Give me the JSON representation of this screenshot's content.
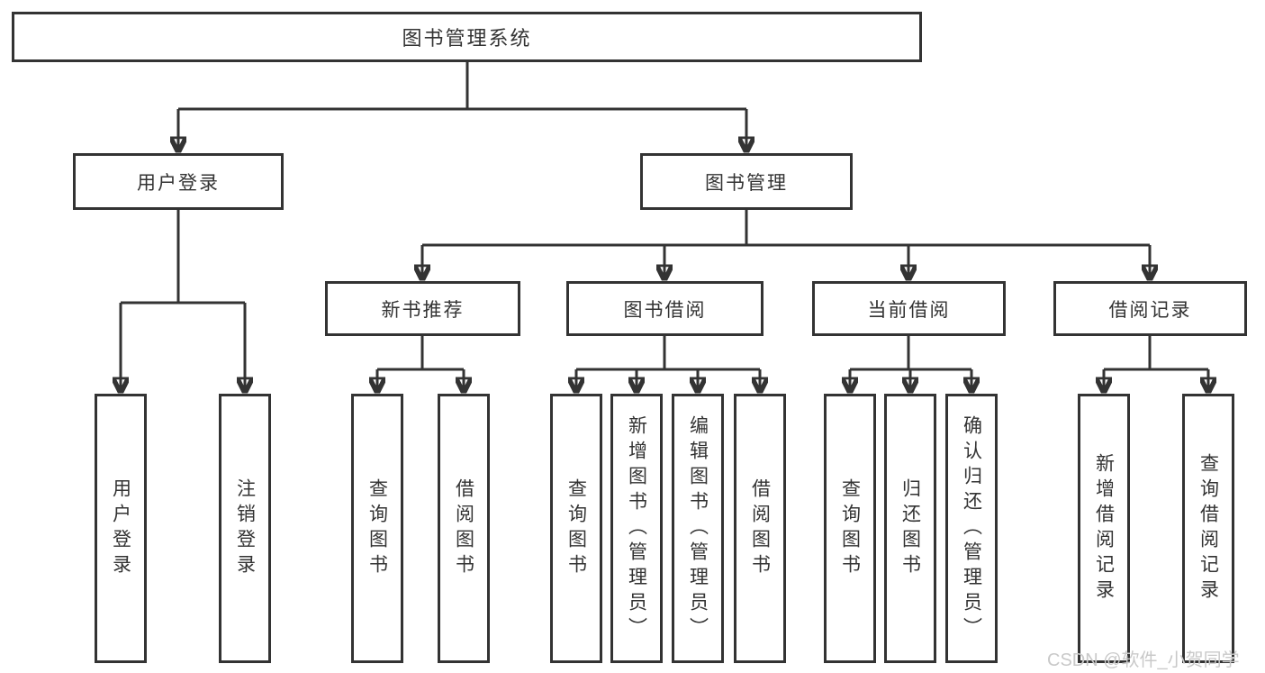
{
  "tree": {
    "label": "图书管理系统",
    "children": [
      {
        "label": "用户登录",
        "children": [
          {
            "label": "用户登录"
          },
          {
            "label": "注销登录"
          }
        ]
      },
      {
        "label": "图书管理",
        "children": [
          {
            "label": "新书推荐",
            "children": [
              {
                "label": "查询图书"
              },
              {
                "label": "借阅图书"
              }
            ]
          },
          {
            "label": "图书借阅",
            "children": [
              {
                "label": "查询图书"
              },
              {
                "label": "新增图书（管理员）"
              },
              {
                "label": "编辑图书（管理员）"
              },
              {
                "label": "借阅图书"
              }
            ]
          },
          {
            "label": "当前借阅",
            "children": [
              {
                "label": "查询图书"
              },
              {
                "label": "归还图书"
              },
              {
                "label": "确认归还（管理员）"
              }
            ]
          },
          {
            "label": "借阅记录",
            "children": [
              {
                "label": "新增借阅记录"
              },
              {
                "label": "查询借阅记录"
              }
            ]
          }
        ]
      }
    ]
  },
  "watermark": "CSDN @软件_小贺同学",
  "colors": {
    "line": "#333333",
    "text": "#333333",
    "watermark": "#c9c9c9",
    "background": "#ffffff"
  }
}
